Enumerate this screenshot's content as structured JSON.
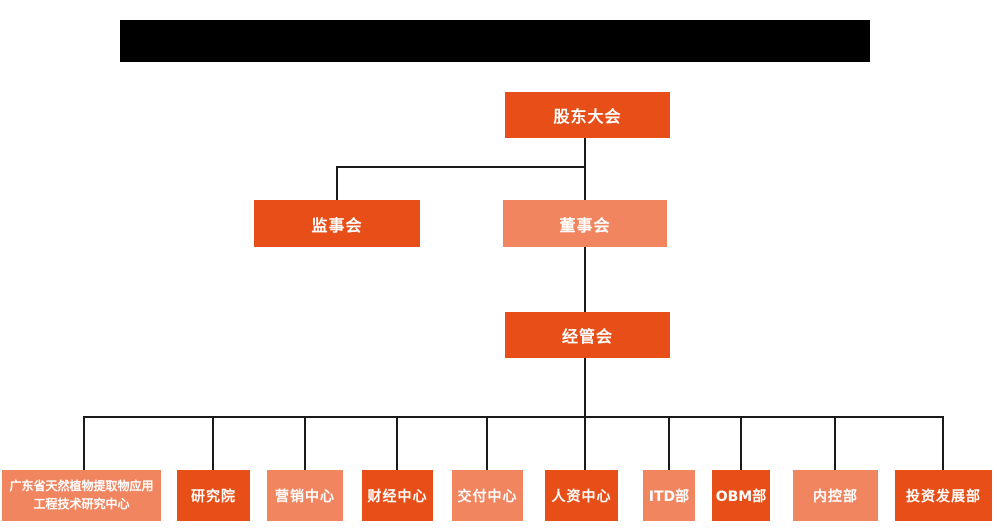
{
  "colors": {
    "dark": "#E84E17",
    "light": "#F08560",
    "line": "#1A1A1A",
    "background": "#FFFFFF",
    "node_text": "#FFFFFF",
    "redaction": "#000000"
  },
  "nodes": {
    "shareholders": {
      "label": "股东大会",
      "variant": "dark"
    },
    "supervisory_board": {
      "label": "监事会",
      "variant": "dark"
    },
    "board_of_directors": {
      "label": "董事会",
      "variant": "light"
    },
    "management_committee": {
      "label": "经管会",
      "variant": "dark"
    },
    "research_center": {
      "label": "广东省天然植物提取物应用工程技术研究中心",
      "variant": "light"
    },
    "research_institute": {
      "label": "研究院",
      "variant": "dark"
    },
    "marketing_center": {
      "label": "营销中心",
      "variant": "light"
    },
    "finance_center": {
      "label": "财经中心",
      "variant": "dark"
    },
    "delivery_center": {
      "label": "交付中心",
      "variant": "light"
    },
    "hr_center": {
      "label": "人资中心",
      "variant": "dark"
    },
    "itd_dept": {
      "label": "ITD部",
      "variant": "light"
    },
    "obm_dept": {
      "label": "OBM部",
      "variant": "dark"
    },
    "internal_control_dept": {
      "label": "内控部",
      "variant": "light"
    },
    "investment_dev_dept": {
      "label": "投资发展部",
      "variant": "dark"
    }
  }
}
